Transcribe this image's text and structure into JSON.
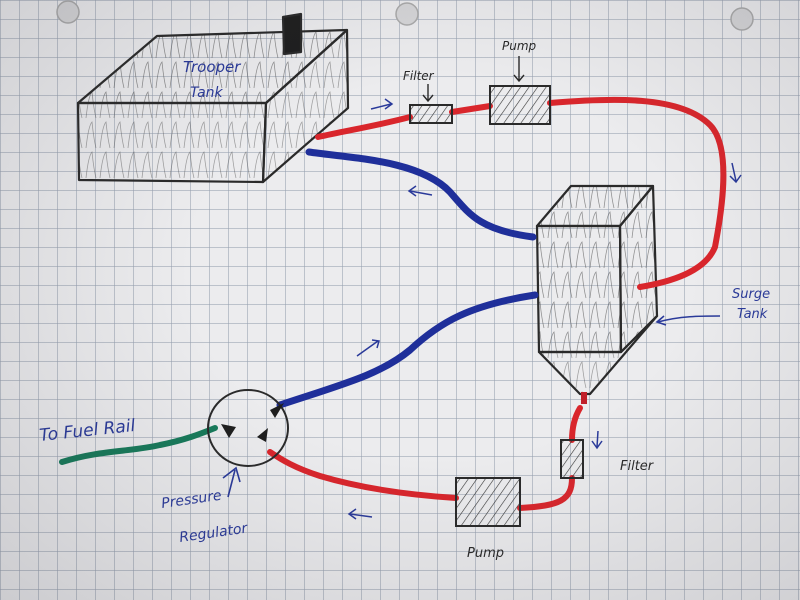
{
  "labels": {
    "trooper_tank": [
      "Trooper",
      "Tank"
    ],
    "filter_top": "Filter",
    "pump_top": "Pump",
    "surge_tank": [
      "Surge",
      "Tank"
    ],
    "to_fuel_rail": "To Fuel Rail",
    "pressure_regulator": [
      "Pressure",
      "Regulator"
    ],
    "filter_bottom": "Filter",
    "pump_bottom": "Pump"
  },
  "colors": {
    "feed_line": "#d9262c",
    "return_line": "#1f2f9a",
    "rail_line": "#177a5a",
    "ink": "#2a2a2a",
    "pen_blue": "#2a3a9a"
  }
}
